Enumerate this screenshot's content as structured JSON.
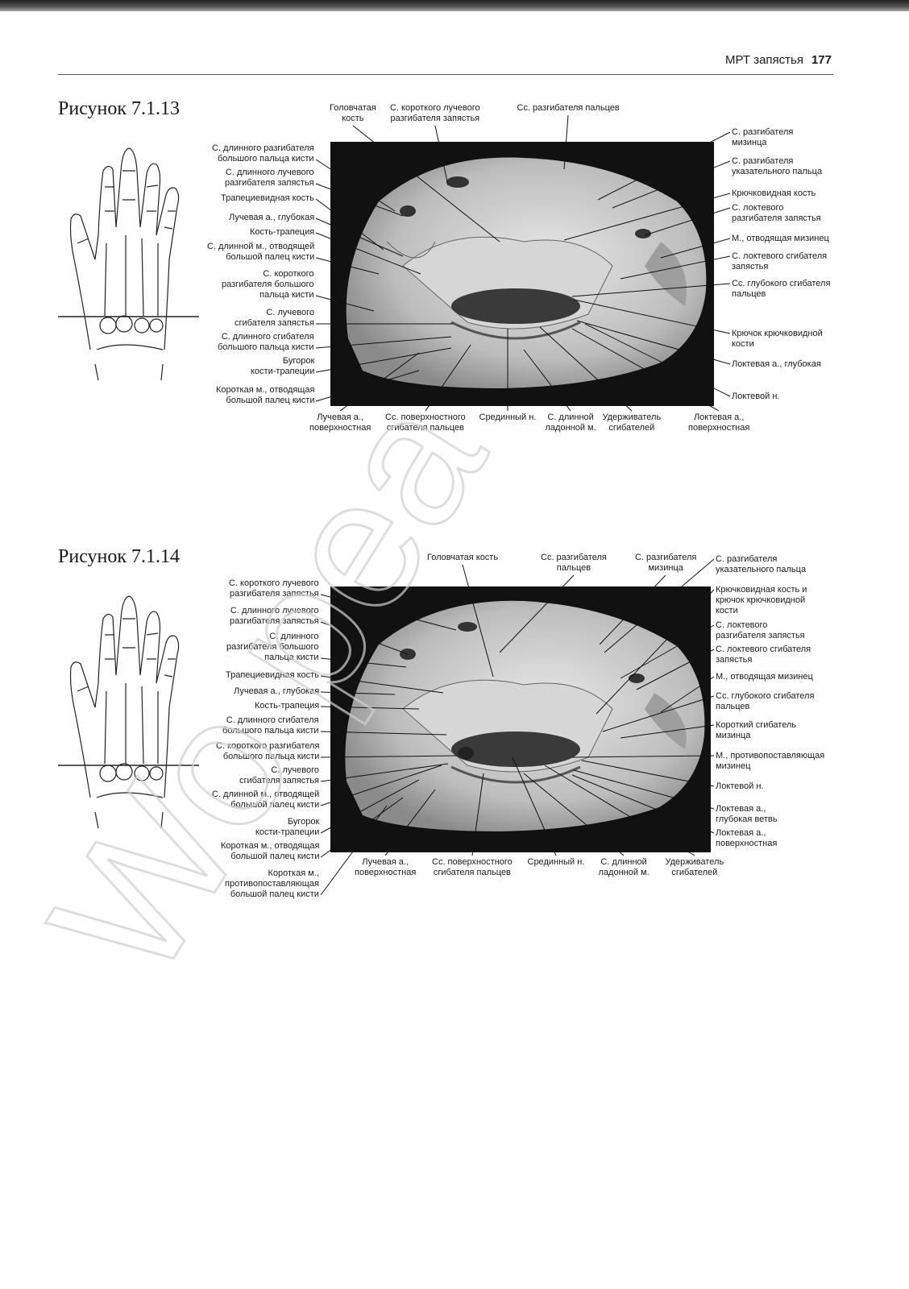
{
  "header": {
    "section": "МРТ запястья",
    "page": "177"
  },
  "fig13": {
    "title": "Рисунок 7.1.13",
    "left": [
      "С. длинного разгибателя\nбольшого пальца кисти",
      "С. длинного лучевого\nразгибателя запястья",
      "Трапециевидная кость",
      "Лучевая а., глубокая",
      "Кость-трапеция",
      "С. длинной м., отводящей\nбольшой палец кисти",
      "С. короткого\nразгибателя большого\nпальца кисти",
      "С. лучевого\nсгибателя запястья",
      "С. длинного сгибателя\nбольшого пальца кисти",
      "Бугорок\nкости-трапеции",
      "Короткая м., отводящая\nбольшой палец кисти"
    ],
    "top": [
      "Головчатая\nкость",
      "С. короткого лучевого\nразгибателя запястья",
      "Сс. разгибателя пальцев"
    ],
    "right": [
      "С. разгибателя\nмизинца",
      "С. разгибателя\nуказательного пальца",
      "Крючковидная кость",
      "С. локтевого\nразгибателя запястья",
      "М., отводящая мизинец",
      "С. локтевого сгибателя\nзапястья",
      "Сс. глубокого сгибателя\nпальцев",
      "Крючок крючковидной\nкости",
      "Локтевая а., глубокая",
      "Локтевой н."
    ],
    "bottom": [
      "Лучевая а.,\nповерхностная",
      "Сс. поверхностного\nсгибателя пальцев",
      "Срединный н.",
      "С. длинной\nладонной м.",
      "Удерживатель\nсгибателей",
      "Локтевая а.,\nповерхностная"
    ]
  },
  "fig14": {
    "title": "Рисунок 7.1.14",
    "left": [
      "С. короткого лучевого\nразгибателя запястья",
      "С. длинного лучевого\nразгибателя запястья",
      "С. длинного\nразгибателя большого\nпальца кисти",
      "Трапециевидная кость",
      "Лучевая а., глубокая",
      "Кость-трапеция",
      "С. длинного сгибателя\nбольшого пальца кисти",
      "С. короткого разгибателя\nбольшого пальца кисти",
      "С. лучевого\nсгибателя запястья",
      "С. длинной м., отводящей\nбольшой палец кисти",
      "Бугорок\nкости-трапеции",
      "Короткая м., отводящая\nбольшой палец кисти",
      "Короткая м.,\nпротивопоставляющая\nбольшой палец кисти"
    ],
    "top": [
      "Головчатая кость",
      "Сс. разгибателя\nпальцев",
      "С. разгибателя\nмизинца"
    ],
    "right": [
      "С. разгибателя\nуказательного пальца",
      "Крючковидная кость и\nкрючок крючковидной\nкости",
      "С. локтевого\nразгибателя запястья",
      "С. локтевого сгибателя\nзапястья",
      "М., отводящая мизинец",
      "Сс. глубокого сгибателя\nпальцев",
      "Короткий сгибатель\nмизинца",
      "М., противопоставляющая\nмизинец",
      "Локтевой н.",
      "Локтевая а.,\nглубокая ветвь",
      "Локтевая а.,\nповерхностная"
    ],
    "bottom": [
      "Лучевая а.,\nповерхностная",
      "Сс. поверхностного\nсгибателя пальцев",
      "Срединный н.",
      "С. длинной\nладонной м.",
      "Удерживатель\nсгибателей"
    ]
  }
}
